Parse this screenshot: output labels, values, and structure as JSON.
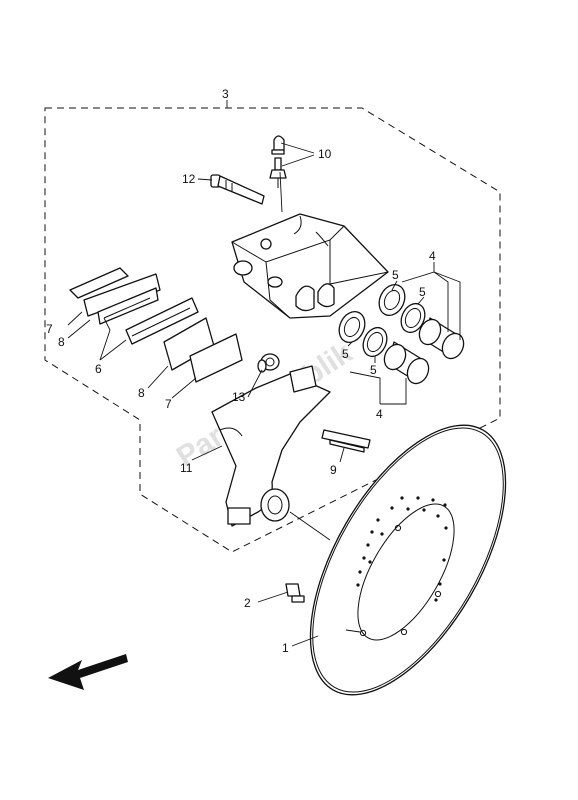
{
  "callouts": {
    "c1": "1",
    "c2": "2",
    "c3": "3",
    "c4a": "4",
    "c4b": "4",
    "c5a": "5",
    "c5b": "5",
    "c5c": "5",
    "c5d": "5",
    "c6": "6",
    "c7a": "7",
    "c7b": "7",
    "c8a": "8",
    "c8b": "8",
    "c9": "9",
    "c10": "10",
    "c11": "11",
    "c12": "12",
    "c13": "13"
  },
  "watermark": "PartsRepublik",
  "icons": {
    "direction_arrow": "front-direction-arrow-icon"
  }
}
